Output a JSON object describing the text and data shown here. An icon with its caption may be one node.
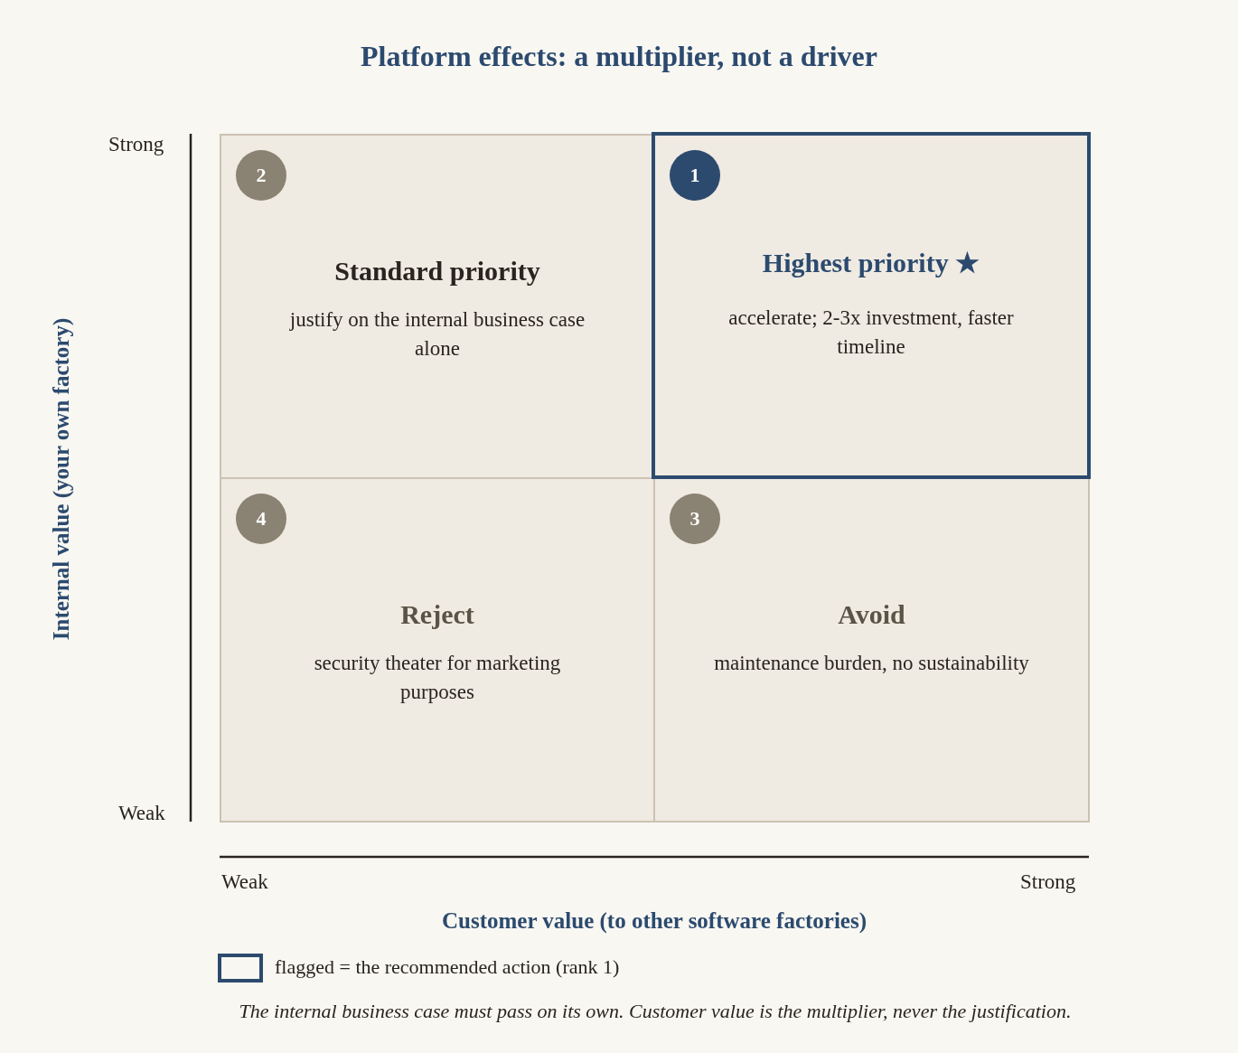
{
  "diagram": {
    "title": "Platform effects: a multiplier, not a driver",
    "caption": "The internal business case must pass on its own. Customer value is the multiplier, never the justification.",
    "nodes": [
      {
        "text": [
          "2",
          "Standard priority",
          "justify on the internal business case alone"
        ]
      },
      {
        "text": [
          "1",
          "Highest priority ★",
          "accelerate; 2-3x investment, faster timeline"
        ]
      },
      {
        "text": [
          "4",
          "Reject",
          "security theater for marketing purposes"
        ]
      },
      {
        "text": [
          "3",
          "Avoid",
          "maintenance burden, no sustainability"
        ]
      }
    ],
    "labels": [
      "Strong",
      "Internal value (your own factory)",
      "Weak",
      "Weak",
      "Strong",
      "Customer value (to other software factories)"
    ],
    "legend": [
      {
        "text": "flagged = the recommended action (rank 1)"
      }
    ]
  }
}
